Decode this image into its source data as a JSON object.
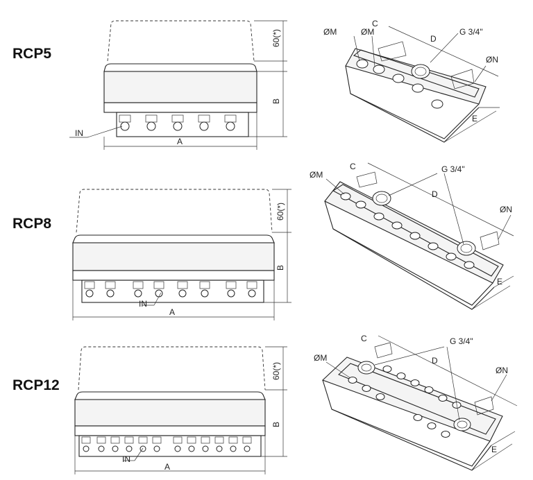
{
  "models": [
    {
      "name": "RCP5",
      "side": {
        "cover_height": "60(*)",
        "height": "B",
        "width": "A",
        "inlet": "IN"
      },
      "iso": {
        "dia_m": "ØM",
        "dia_n": "ØN",
        "c": "C",
        "d": "D",
        "e": "E",
        "thread": "G 3/4\""
      },
      "show_second_dia_m": true
    },
    {
      "name": "RCP8",
      "side": {
        "cover_height": "60(*)",
        "height": "B",
        "width": "A",
        "inlet": "IN"
      },
      "iso": {
        "dia_m": "ØM",
        "dia_n": "ØN",
        "c": "C",
        "d": "D",
        "e": "E",
        "thread": "G 3/4\""
      }
    },
    {
      "name": "RCP12",
      "side": {
        "cover_height": "60(*)",
        "height": "B",
        "width": "A",
        "inlet": "IN"
      },
      "iso": {
        "dia_m": "ØM",
        "dia_n": "ØN",
        "c": "C",
        "d": "D",
        "e": "E",
        "thread": "G 3/4\""
      }
    }
  ]
}
